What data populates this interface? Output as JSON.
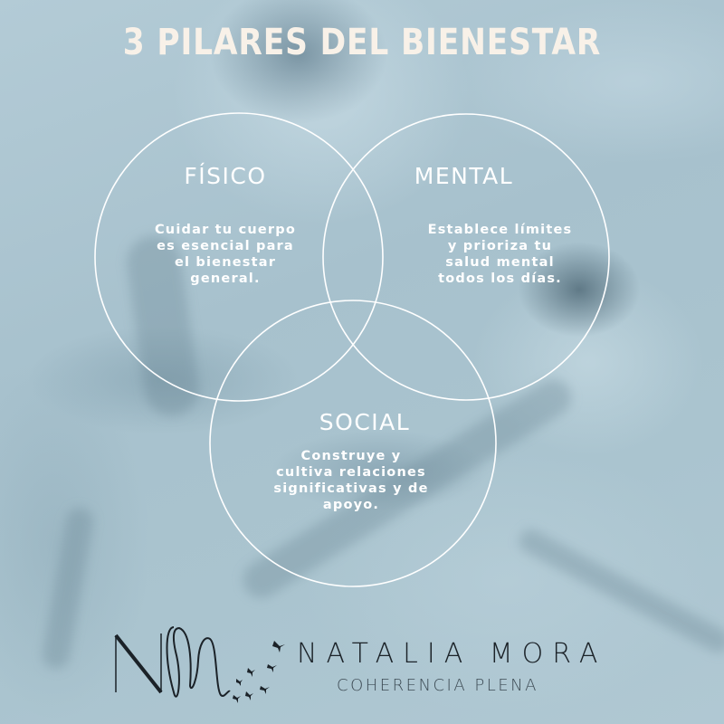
{
  "poster": {
    "title": "3 PILARES DEL BIENESTAR",
    "colors": {
      "background": "#a9c3cf",
      "title": "#f8f1e8",
      "circle_stroke": "#ffffff",
      "text": "#ffffff",
      "logo": "#1b2228"
    }
  },
  "pillars": [
    {
      "title": "FÍSICO",
      "body": "Cuidar tu cuerpo\nes esencial para\nel bienestar\ngeneral."
    },
    {
      "title": "MENTAL",
      "body": "Establece límites\ny prioriza tu\nsalud mental\ntodos los días."
    },
    {
      "title": "SOCIAL",
      "body": "Construye y\ncultiva relaciones\nsignificativas y de\napoyo."
    }
  ],
  "brand": {
    "monogram": "NM",
    "name": "NATALIA MORA",
    "tagline": "COHERENCIA PLENA",
    "icon": "birds-flock-icon"
  }
}
